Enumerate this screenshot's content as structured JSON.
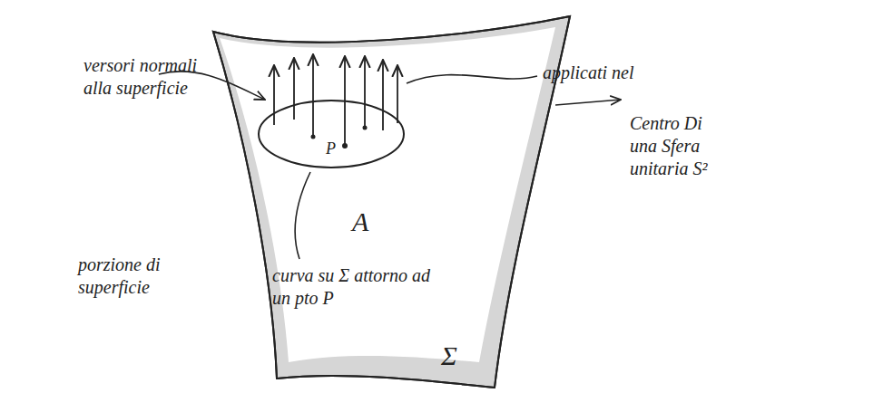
{
  "diagram": {
    "labels": [
      "versori normali alla superficie",
      "applicati nel",
      "Centro Di una Sfera unitaria S²",
      "porzione di superficie",
      "A",
      "Σ",
      "P",
      "curva su Σ attorno ad un pto P"
    ]
  }
}
